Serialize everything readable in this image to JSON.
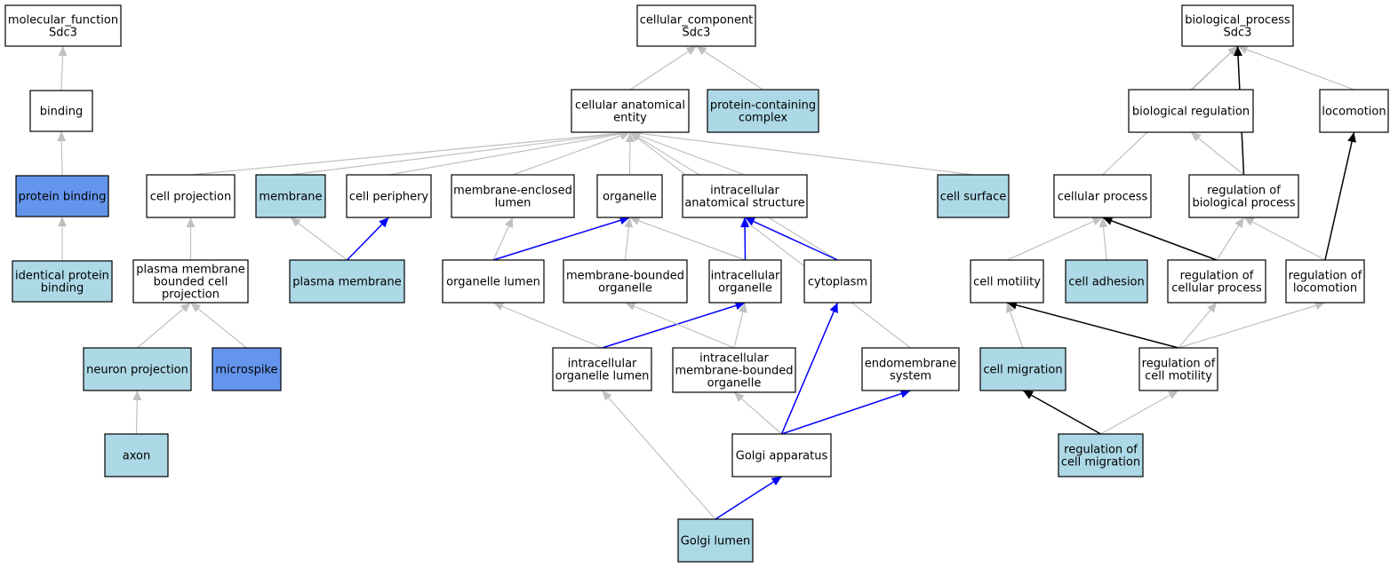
{
  "colors": {
    "plain": "#ffffff",
    "highlight": "#add8e6",
    "strong": "#6495ed",
    "edge_gray": "#c0c0c0",
    "edge_blue": "#0000ff",
    "edge_black": "#000000"
  },
  "nodes": [
    {
      "id": "mf",
      "lines": [
        "molecular_function",
        "Sdc3"
      ],
      "fill": "plain"
    },
    {
      "id": "binding",
      "lines": [
        "binding"
      ],
      "fill": "plain"
    },
    {
      "id": "protein_binding",
      "lines": [
        "protein binding"
      ],
      "fill": "strong"
    },
    {
      "id": "identical_protein_binding",
      "lines": [
        "identical protein",
        "binding"
      ],
      "fill": "highlight"
    },
    {
      "id": "cc",
      "lines": [
        "cellular_component",
        "Sdc3"
      ],
      "fill": "plain"
    },
    {
      "id": "cae",
      "lines": [
        "cellular anatomical",
        "entity"
      ],
      "fill": "plain"
    },
    {
      "id": "pcc",
      "lines": [
        "protein-containing",
        "complex"
      ],
      "fill": "highlight"
    },
    {
      "id": "cell_projection",
      "lines": [
        "cell projection"
      ],
      "fill": "plain"
    },
    {
      "id": "membrane",
      "lines": [
        "membrane"
      ],
      "fill": "highlight"
    },
    {
      "id": "cell_periphery",
      "lines": [
        "cell periphery"
      ],
      "fill": "plain"
    },
    {
      "id": "mel",
      "lines": [
        "membrane-enclosed",
        "lumen"
      ],
      "fill": "plain"
    },
    {
      "id": "organelle",
      "lines": [
        "organelle"
      ],
      "fill": "plain"
    },
    {
      "id": "ias",
      "lines": [
        "intracellular",
        "anatomical structure"
      ],
      "fill": "plain"
    },
    {
      "id": "cell_surface",
      "lines": [
        "cell surface"
      ],
      "fill": "highlight"
    },
    {
      "id": "pmbcp",
      "lines": [
        "plasma membrane",
        "bounded cell",
        "projection"
      ],
      "fill": "plain"
    },
    {
      "id": "plasma_membrane",
      "lines": [
        "plasma membrane"
      ],
      "fill": "highlight"
    },
    {
      "id": "organelle_lumen",
      "lines": [
        "organelle lumen"
      ],
      "fill": "plain"
    },
    {
      "id": "mbo",
      "lines": [
        "membrane-bounded",
        "organelle"
      ],
      "fill": "plain"
    },
    {
      "id": "io",
      "lines": [
        "intracellular",
        "organelle"
      ],
      "fill": "plain"
    },
    {
      "id": "cytoplasm",
      "lines": [
        "cytoplasm"
      ],
      "fill": "plain"
    },
    {
      "id": "neuron_projection",
      "lines": [
        "neuron projection"
      ],
      "fill": "highlight"
    },
    {
      "id": "microspike",
      "lines": [
        "microspike"
      ],
      "fill": "strong"
    },
    {
      "id": "iol",
      "lines": [
        "intracellular",
        "organelle lumen"
      ],
      "fill": "plain"
    },
    {
      "id": "imbo",
      "lines": [
        "intracellular",
        "membrane-bounded",
        "organelle"
      ],
      "fill": "plain"
    },
    {
      "id": "endomembrane",
      "lines": [
        "endomembrane",
        "system"
      ],
      "fill": "plain"
    },
    {
      "id": "axon",
      "lines": [
        "axon"
      ],
      "fill": "highlight"
    },
    {
      "id": "golgi",
      "lines": [
        "Golgi apparatus"
      ],
      "fill": "plain"
    },
    {
      "id": "golgi_lumen",
      "lines": [
        "Golgi lumen"
      ],
      "fill": "highlight"
    },
    {
      "id": "bp",
      "lines": [
        "biological_process",
        "Sdc3"
      ],
      "fill": "plain"
    },
    {
      "id": "bio_reg",
      "lines": [
        "biological regulation"
      ],
      "fill": "plain"
    },
    {
      "id": "locomotion",
      "lines": [
        "locomotion"
      ],
      "fill": "plain"
    },
    {
      "id": "cellular_process",
      "lines": [
        "cellular process"
      ],
      "fill": "plain"
    },
    {
      "id": "reg_bp",
      "lines": [
        "regulation of",
        "biological process"
      ],
      "fill": "plain"
    },
    {
      "id": "cell_motility",
      "lines": [
        "cell motility"
      ],
      "fill": "plain"
    },
    {
      "id": "cell_adhesion",
      "lines": [
        "cell adhesion"
      ],
      "fill": "highlight"
    },
    {
      "id": "reg_cp",
      "lines": [
        "regulation of",
        "cellular process"
      ],
      "fill": "plain"
    },
    {
      "id": "reg_loco",
      "lines": [
        "regulation of",
        "locomotion"
      ],
      "fill": "plain"
    },
    {
      "id": "cell_migration",
      "lines": [
        "cell migration"
      ],
      "fill": "highlight"
    },
    {
      "id": "reg_cm",
      "lines": [
        "regulation of",
        "cell motility"
      ],
      "fill": "plain"
    },
    {
      "id": "reg_cmig",
      "lines": [
        "regulation of",
        "cell migration"
      ],
      "fill": "highlight"
    }
  ],
  "edges": [
    {
      "from": "binding",
      "to": "mf",
      "color": "gray"
    },
    {
      "from": "protein_binding",
      "to": "binding",
      "color": "gray"
    },
    {
      "from": "identical_protein_binding",
      "to": "protein_binding",
      "color": "gray"
    },
    {
      "from": "cae",
      "to": "cc",
      "color": "gray"
    },
    {
      "from": "pcc",
      "to": "cc",
      "color": "gray"
    },
    {
      "from": "cell_projection",
      "to": "cae",
      "color": "gray"
    },
    {
      "from": "membrane",
      "to": "cae",
      "color": "gray"
    },
    {
      "from": "cell_periphery",
      "to": "cae",
      "color": "gray"
    },
    {
      "from": "mel",
      "to": "cae",
      "color": "gray"
    },
    {
      "from": "organelle",
      "to": "cae",
      "color": "gray"
    },
    {
      "from": "ias",
      "to": "cae",
      "color": "gray"
    },
    {
      "from": "cell_surface",
      "to": "cae",
      "color": "gray"
    },
    {
      "from": "cytoplasm",
      "to": "cae",
      "color": "gray"
    },
    {
      "from": "endomembrane",
      "to": "cae",
      "color": "gray"
    },
    {
      "from": "pmbcp",
      "to": "cell_projection",
      "color": "gray"
    },
    {
      "from": "plasma_membrane",
      "to": "membrane",
      "color": "gray"
    },
    {
      "from": "plasma_membrane",
      "to": "cell_periphery",
      "color": "blue"
    },
    {
      "from": "organelle_lumen",
      "to": "mel",
      "color": "gray"
    },
    {
      "from": "organelle_lumen",
      "to": "organelle",
      "color": "blue"
    },
    {
      "from": "mbo",
      "to": "organelle",
      "color": "gray"
    },
    {
      "from": "io",
      "to": "organelle",
      "color": "gray"
    },
    {
      "from": "io",
      "to": "ias",
      "color": "blue"
    },
    {
      "from": "cytoplasm",
      "to": "ias",
      "color": "blue"
    },
    {
      "from": "neuron_projection",
      "to": "pmbcp",
      "color": "gray"
    },
    {
      "from": "microspike",
      "to": "pmbcp",
      "color": "gray"
    },
    {
      "from": "axon",
      "to": "neuron_projection",
      "color": "gray"
    },
    {
      "from": "iol",
      "to": "organelle_lumen",
      "color": "gray"
    },
    {
      "from": "iol",
      "to": "io",
      "color": "blue"
    },
    {
      "from": "imbo",
      "to": "mbo",
      "color": "gray"
    },
    {
      "from": "imbo",
      "to": "io",
      "color": "gray"
    },
    {
      "from": "golgi",
      "to": "imbo",
      "color": "gray"
    },
    {
      "from": "golgi",
      "to": "cytoplasm",
      "color": "blue"
    },
    {
      "from": "golgi",
      "to": "endomembrane",
      "color": "blue"
    },
    {
      "from": "golgi_lumen",
      "to": "iol",
      "color": "gray"
    },
    {
      "from": "golgi_lumen",
      "to": "golgi",
      "color": "blue"
    },
    {
      "from": "bio_reg",
      "to": "bp",
      "color": "gray"
    },
    {
      "from": "locomotion",
      "to": "bp",
      "color": "gray"
    },
    {
      "from": "cellular_process",
      "to": "bp",
      "color": "gray"
    },
    {
      "from": "reg_bp",
      "to": "bp",
      "color": "black"
    },
    {
      "from": "reg_bp",
      "to": "bio_reg",
      "color": "gray"
    },
    {
      "from": "cell_motility",
      "to": "cellular_process",
      "color": "gray"
    },
    {
      "from": "cell_adhesion",
      "to": "cellular_process",
      "color": "gray"
    },
    {
      "from": "reg_cp",
      "to": "cellular_process",
      "color": "black"
    },
    {
      "from": "reg_cp",
      "to": "reg_bp",
      "color": "gray"
    },
    {
      "from": "reg_loco",
      "to": "reg_bp",
      "color": "gray"
    },
    {
      "from": "reg_loco",
      "to": "locomotion",
      "color": "black"
    },
    {
      "from": "cell_migration",
      "to": "cell_motility",
      "color": "gray"
    },
    {
      "from": "reg_cm",
      "to": "cell_motility",
      "color": "black"
    },
    {
      "from": "reg_cm",
      "to": "reg_cp",
      "color": "gray"
    },
    {
      "from": "reg_cm",
      "to": "reg_loco",
      "color": "gray"
    },
    {
      "from": "reg_cmig",
      "to": "cell_migration",
      "color": "black"
    },
    {
      "from": "reg_cmig",
      "to": "reg_cm",
      "color": "gray"
    }
  ]
}
